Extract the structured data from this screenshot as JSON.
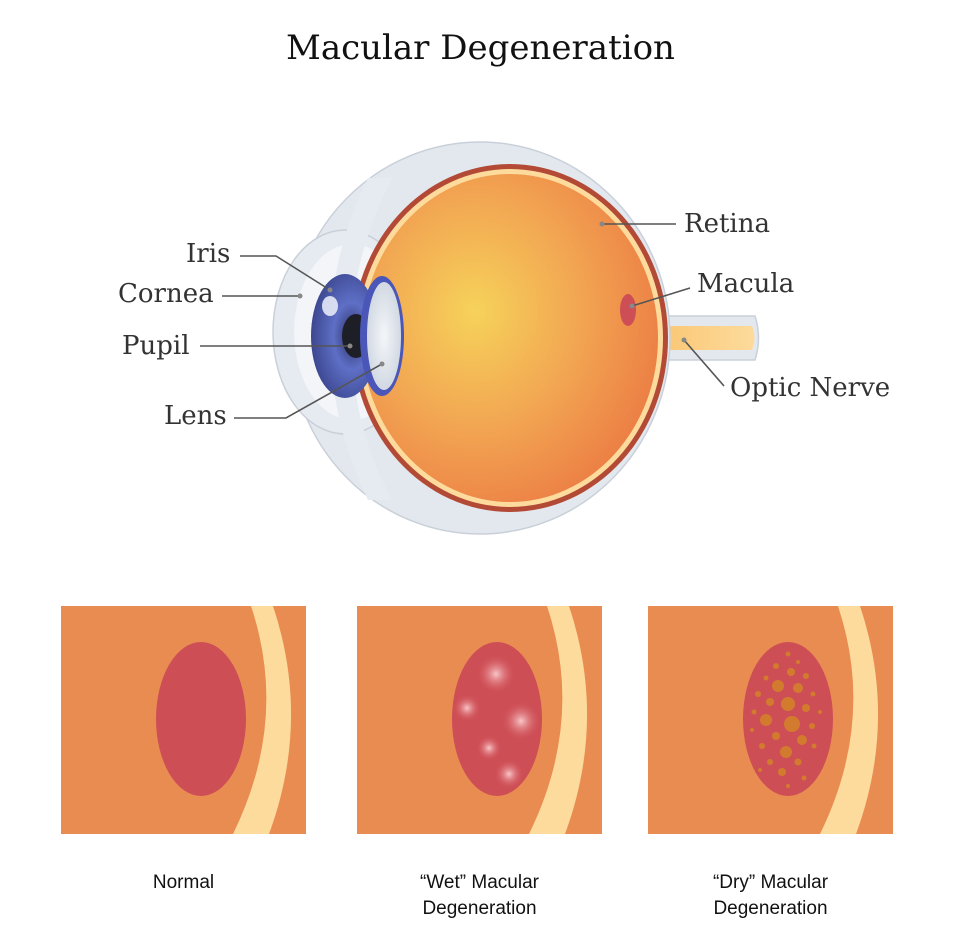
{
  "title": "Macular Degeneration",
  "labels": {
    "iris": "Iris",
    "cornea": "Cornea",
    "pupil": "Pupil",
    "lens": "Lens",
    "retina": "Retina",
    "macula": "Macula",
    "optic_nerve": "Optic Nerve"
  },
  "panels": [
    {
      "line1": "Normal",
      "line2": ""
    },
    {
      "line1": "“Wet” Macular",
      "line2": "Degeneration"
    },
    {
      "line1": "“Dry” Macular",
      "line2": "Degeneration"
    }
  ],
  "colors": {
    "background_orange": "#E98C52",
    "macula_red": "#CE4E55",
    "nerve_cream": "#FDDB9C",
    "sclera": "#E3E8EE",
    "iris_blue": "#5E6FC6",
    "deposit": "#D27B2E"
  }
}
